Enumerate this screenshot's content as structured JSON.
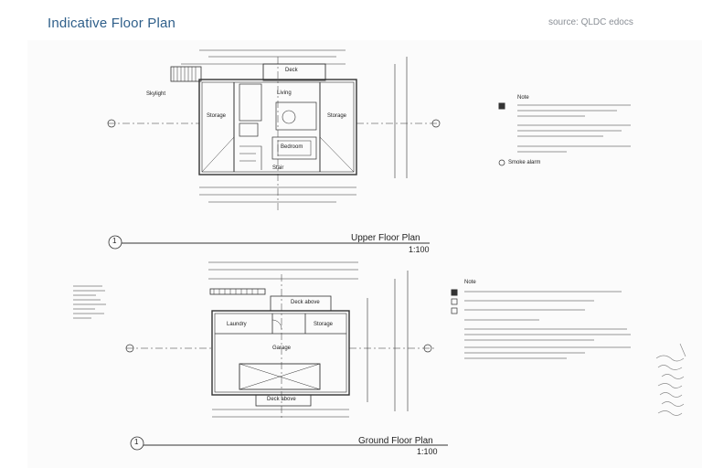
{
  "header": {
    "title": "Indicative Floor Plan",
    "source": "source: QLDC edocs"
  },
  "upper_plan": {
    "marker": "1",
    "title": "Upper Floor Plan",
    "scale": "1:100",
    "rooms": [
      "Storage",
      "Living",
      "Storage",
      "Bedroom",
      "Skylight",
      "Deck",
      "Stair"
    ],
    "notes": [
      "Note",
      "Smoke alarm"
    ]
  },
  "ground_plan": {
    "marker": "1",
    "title": "Ground Floor Plan",
    "scale": "1:100",
    "rooms": [
      "Laundry",
      "Garage",
      "Storage",
      "Deck above",
      "Deck above"
    ],
    "notes": [
      "Note"
    ]
  }
}
